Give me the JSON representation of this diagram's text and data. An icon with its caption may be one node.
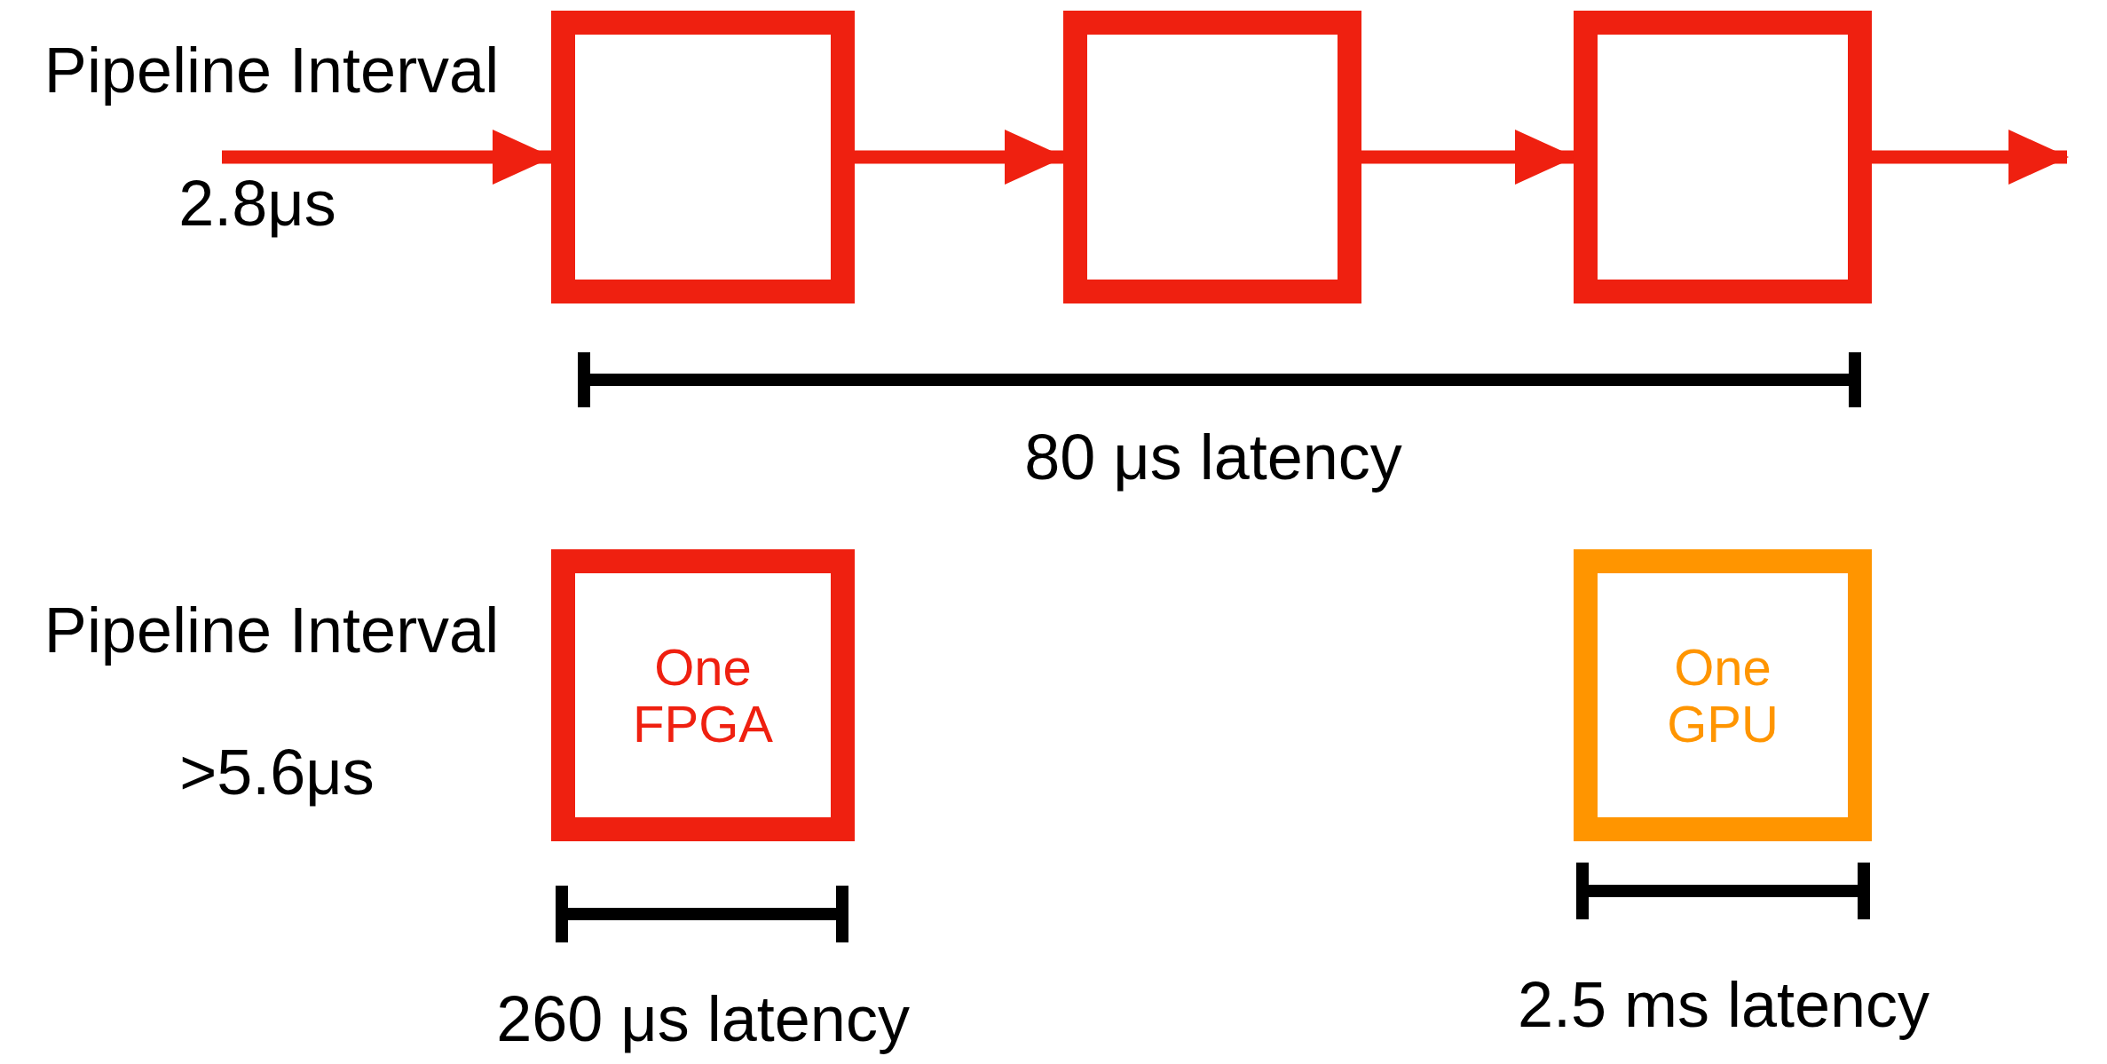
{
  "diagram": {
    "nodes": [
      {
        "text": [],
        "shape": "box"
      },
      {
        "text": [],
        "shape": "box"
      },
      {
        "text": [],
        "shape": "box"
      },
      {
        "text": [
          "One FPGA"
        ]
      },
      {
        "text": [
          "One GPU"
        ]
      }
    ],
    "edges": [
      {
        "from": null,
        "to": 0,
        "arrow": "to"
      },
      {
        "from": 0,
        "to": 1,
        "arrow": "to"
      },
      {
        "from": 1,
        "to": 2,
        "arrow": "to"
      },
      {
        "from": 2,
        "to": null,
        "arrow": "to"
      }
    ],
    "labels": [
      "Pipeline Interval",
      "2.8μs",
      "80 μs latency",
      "Pipeline Interval",
      ">5.6μs",
      "260 μs latency",
      "2.5 ms latency"
    ]
  }
}
